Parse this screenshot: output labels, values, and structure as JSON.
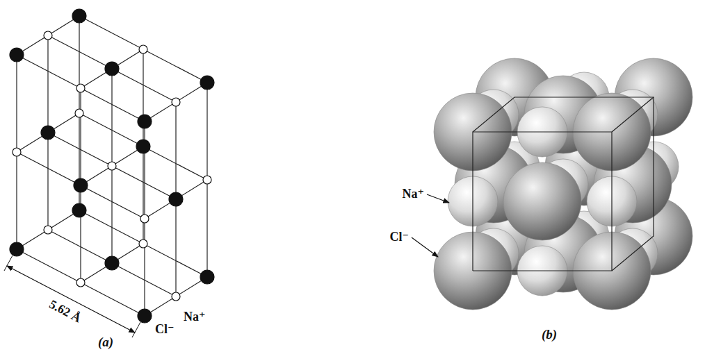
{
  "diagram": {
    "labels": [
      "5.62 Å",
      "Na⁺",
      "Cl⁻",
      "(a)",
      "Na⁺",
      "Cl⁻",
      "(b)"
    ]
  }
}
